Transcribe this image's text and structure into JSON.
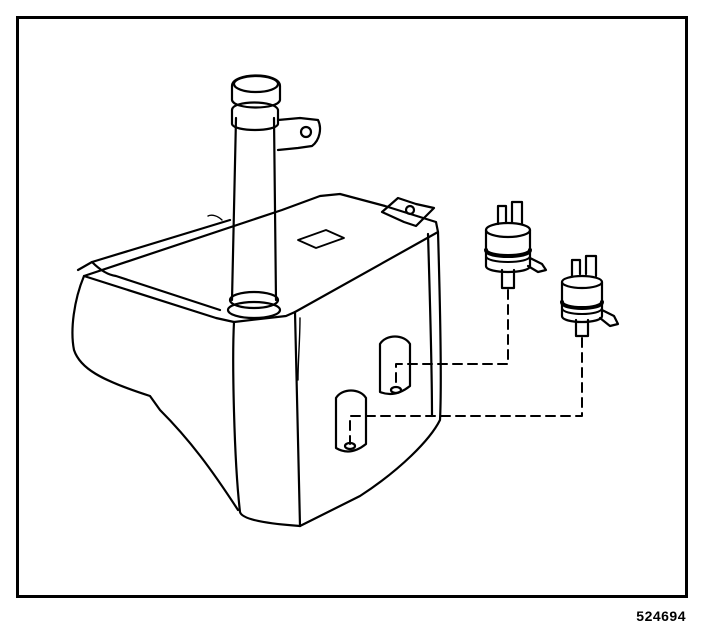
{
  "figure": {
    "id": "524694"
  },
  "parts": [
    {
      "name": "washer-fluid-reservoir"
    },
    {
      "name": "filler-neck"
    },
    {
      "name": "washer-pump-front"
    },
    {
      "name": "washer-pump-rear"
    }
  ],
  "colors": {
    "line": "#000000",
    "background": "#ffffff"
  }
}
